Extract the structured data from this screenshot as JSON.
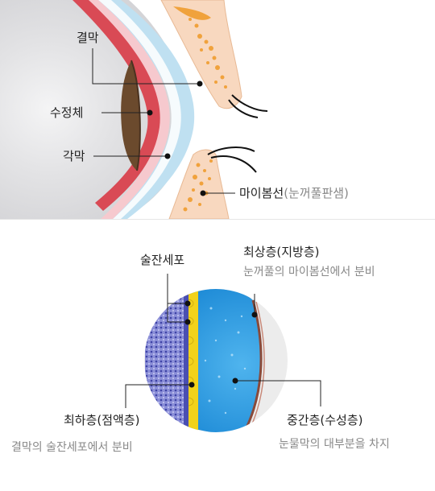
{
  "top": {
    "labels": {
      "sclera": "결막",
      "lens": "수정체",
      "cornea": "각막",
      "meibomian": "마이봄선",
      "meibomian_note": "(눈꺼풀판샘)"
    }
  },
  "bottom": {
    "goblet": {
      "title": "술잔세포"
    },
    "lipid": {
      "title": "최상층(지방층)",
      "desc": "눈꺼풀의 마이봄선에서 분비"
    },
    "mucin": {
      "title": "최하층(점액층)",
      "desc": "결막의 술잔세포에서 분비"
    },
    "aqueous": {
      "title": "중간층(수성층)",
      "desc": "눈물막의 대부분을 차지"
    }
  },
  "colors": {
    "eye_gray": "#d9d9db",
    "iris_brown": "#6b4a2d",
    "red_layer": "#d94a55",
    "pink_layer": "#f6c9ce",
    "cornea_blue": "#bfe0f1",
    "eyelid_skin": "#f8d8bf",
    "gland_orange": "#f0a23c",
    "aqueous_blue": "#2a9be0",
    "mucin_yellow": "#f2d21a",
    "cell_purple": "#6a6fc8"
  }
}
